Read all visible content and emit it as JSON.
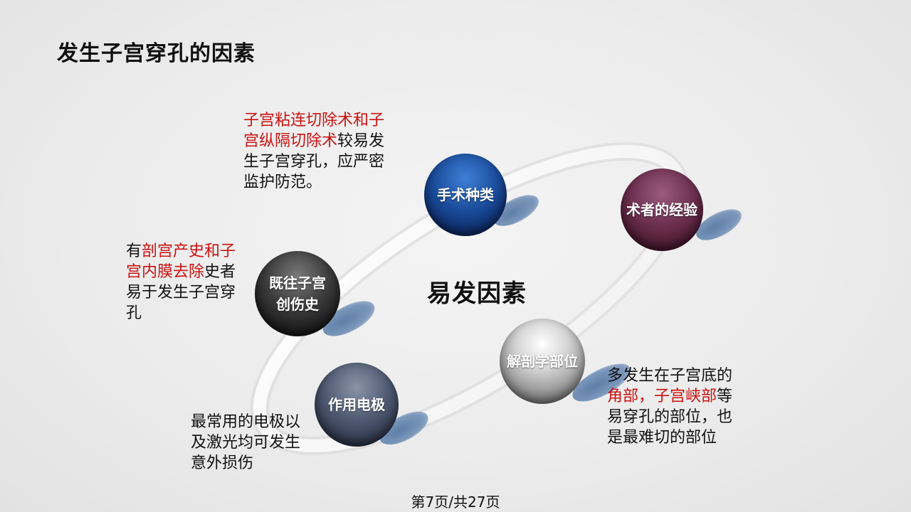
{
  "title": "发生子宫穿孔的因素",
  "center_label": "易发因素",
  "nodes": {
    "surgery_type": "手术种类",
    "surgeon_experience": "术者的经验",
    "uterine_history_line1": "既往子宫",
    "uterine_history_line2": "创伤史",
    "anatomy": "解剖学部位",
    "electrode": "作用电极"
  },
  "notes": {
    "surgery": {
      "red1": "子宫粘连切除术和子",
      "red2": "宫纵隔切除术",
      "black1": "较易发",
      "line3": "生子宫穿孔，应严密",
      "line4": "监护防范。"
    },
    "history": {
      "black1": "有",
      "red1": "剖宫产史和子",
      "red2": "宫内膜去除",
      "black2": "史者",
      "line3": "易于发生子宫穿",
      "line4": "孔"
    },
    "anatomy": {
      "line1": "多发生在子宫底的",
      "red1": "角部，子宫峡部",
      "black1": "等",
      "line3": "易穿孔的部位，也",
      "line4": "是最难切的部位"
    },
    "electrode": {
      "line1": "最常用的电极以",
      "line2": "及激光均可发生",
      "line3": "意外损伤"
    }
  },
  "footer": "第7页/共27页",
  "colors": {
    "highlight": "#cc1111",
    "text": "#111111"
  }
}
